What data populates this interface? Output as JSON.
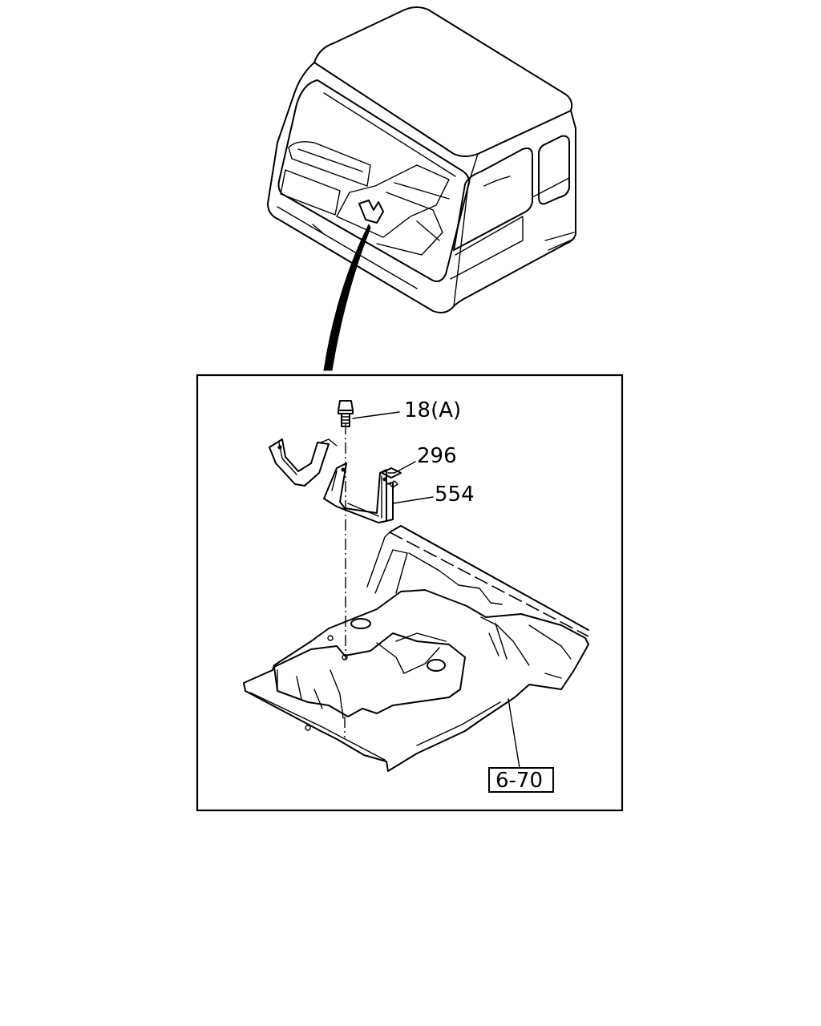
{
  "callouts": {
    "bolt": "18(A)",
    "washer": "296",
    "bracket": "554",
    "reference": "6-70"
  }
}
